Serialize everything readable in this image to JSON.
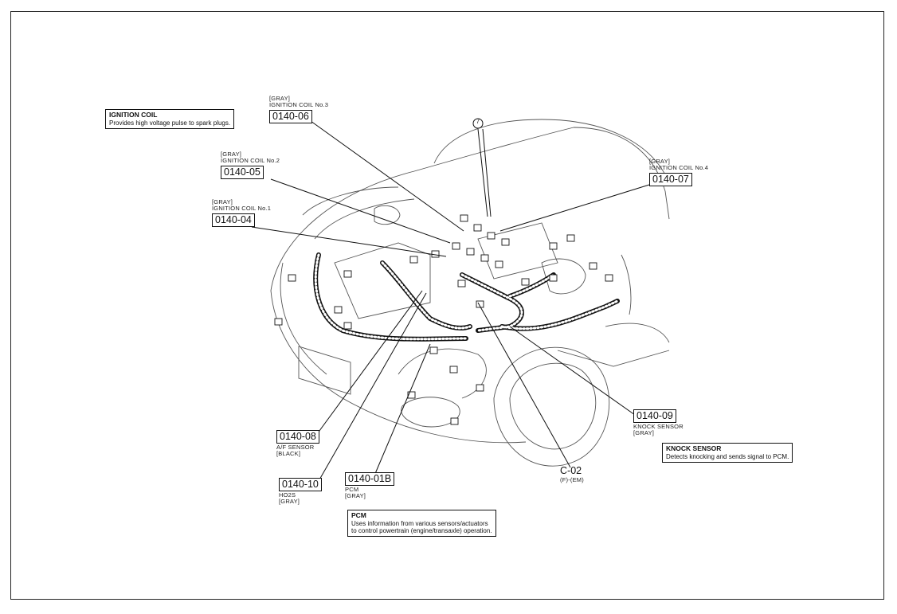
{
  "info_boxes": {
    "ignition_coil": {
      "title": "IGNITION COIL",
      "desc": "Provides high voltage pulse to spark plugs."
    },
    "knock_sensor": {
      "title": "KNOCK SENSOR",
      "desc": "Detects knocking and sends signal to PCM."
    },
    "pcm": {
      "title": "PCM",
      "desc_line1": "Uses information from various sensors/actuators",
      "desc_line2": "to control powertrain (engine/transaxle) operation."
    }
  },
  "connectors": {
    "c0140_06": {
      "color": "[GRAY]",
      "name": "IGNITION COIL No.3",
      "code": "0140-06"
    },
    "c0140_05": {
      "color": "[GRAY]",
      "name": "IGNITION COIL No.2",
      "code": "0140-05"
    },
    "c0140_04": {
      "color": "[GRAY]",
      "name": "IGNITION COIL No.1",
      "code": "0140-04"
    },
    "c0140_07": {
      "color": "[GRAY]",
      "name": "IGNITION COIL No.4",
      "code": "0140-07"
    },
    "c0140_08": {
      "code": "0140-08",
      "name": "A/F SENSOR",
      "color": "[BLACK]"
    },
    "c0140_10": {
      "code": "0140-10",
      "name": "HO2S",
      "color": "[GRAY]"
    },
    "c0140_01b": {
      "code": "0140-01B",
      "name": "PCM",
      "color": "[GRAY]"
    },
    "c0140_09": {
      "code": "0140-09",
      "name": "KNOCK SENSOR",
      "color": "[GRAY]"
    },
    "c_02": {
      "code": "C-02",
      "sub": "(F)-(EM)"
    }
  },
  "ground_marker": "7"
}
